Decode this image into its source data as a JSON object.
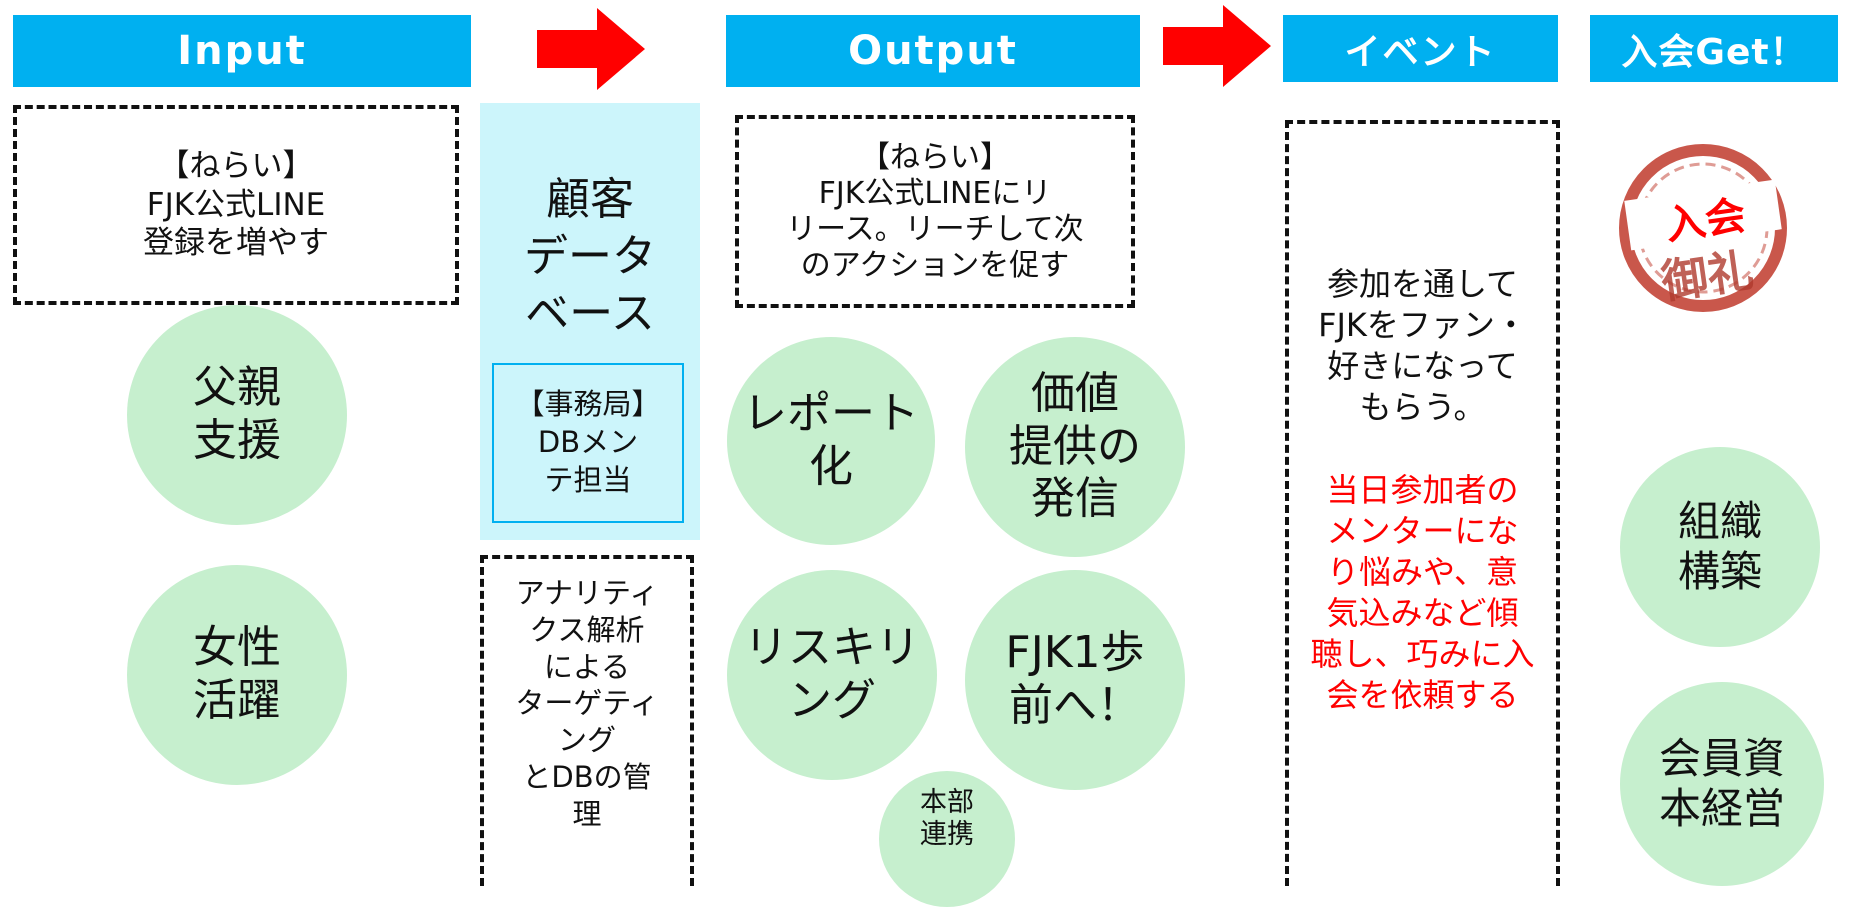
{
  "headers": {
    "input": "Input",
    "output": "Output",
    "event": "イベント",
    "join": "入会Get！"
  },
  "input": {
    "aim": "【ねらい】\nFJK公式LINE\n登録を増やす",
    "circle1": "父親\n支援",
    "circle2": "女性\n活躍"
  },
  "database": {
    "title": "顧客\nデータ\nベース",
    "office": "【事務局】\nDBメン\nテ担当",
    "analytics": "アナリティ\nクス解析\nによる\nターゲティ\nング\nとDBの管\n理"
  },
  "output": {
    "aim": "【ねらい】\nFJK公式LINEにリ\nリース。リーチして次\nのアクションを促す",
    "circle_report": "レポート\n化",
    "circle_value": "価値\n提供の\n発信",
    "circle_reskill": "リスキリ\nング",
    "circle_step": "FJK1歩\n前へ！",
    "circle_hq": "本部\n連携"
  },
  "event": {
    "text_black": "参加を通して\nFJKをファン・\n好きになって\nもらう。",
    "text_red": "当日参加者の\nメンターにな\nり悩みや、意\n気込みなど傾\n聴し、巧みに入\n会を依頼する"
  },
  "join": {
    "stamp_top": "入会",
    "stamp_bottom": "御礼",
    "circle1": "組織\n構築",
    "circle2": "会員資\n本経営"
  },
  "colors": {
    "header": "#00b0f0",
    "arrow": "#ff0000",
    "circle": "#c6efce",
    "db_panel": "#ccf5fb",
    "red_text": "#ff0000",
    "stamp": "#c0392b"
  }
}
